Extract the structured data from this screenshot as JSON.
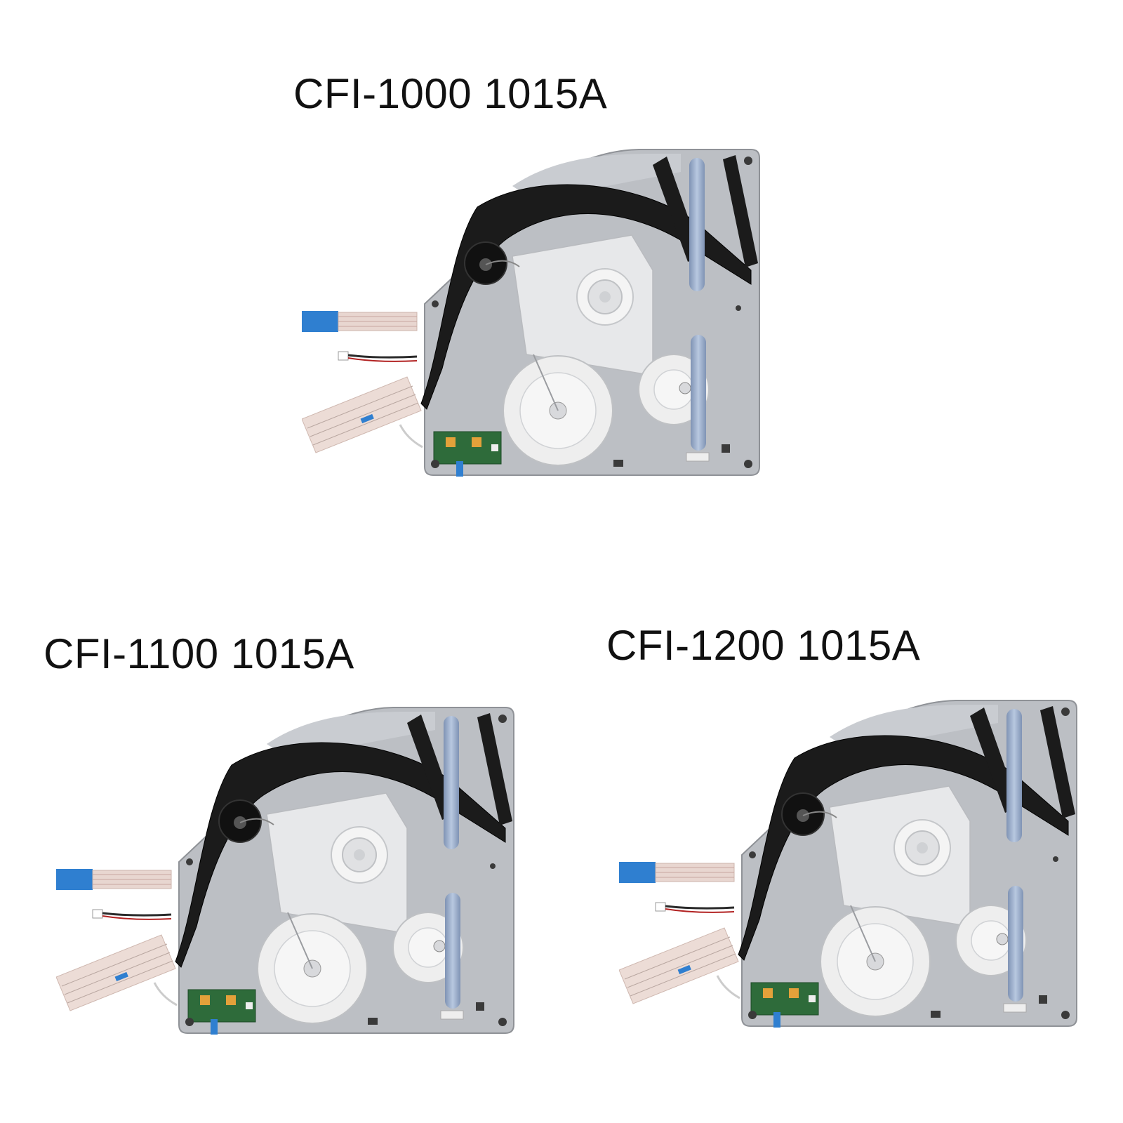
{
  "products": [
    {
      "model": "CFI-1000 1015A"
    },
    {
      "model": "CFI-1100 1015A"
    },
    {
      "model": "CFI-1200 1015A"
    }
  ],
  "colors": {
    "background": "#ffffff",
    "text": "#111111",
    "chassis": "#b9bcc1",
    "arm": "#1a1a1a",
    "gear": "#eeeeee",
    "rail": "#8fa6c8",
    "ribbon_blue": "#2f7fd0",
    "ribbon": "#e8d6d0",
    "pcb": "#2e6b3a"
  }
}
